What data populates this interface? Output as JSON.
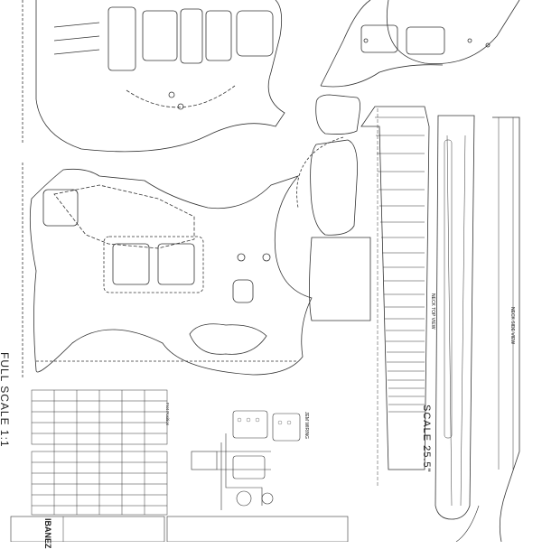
{
  "labels": {
    "full_scale": "FULL SCALE 1:1",
    "scale": "SCALE 25.5\"",
    "brand": "IBANEZ",
    "neck_top_view": "NECK TOP VIEW",
    "neck_side_view": "NECK SIDE VIEW",
    "wiring": "JEM WIRING",
    "fret_table": "Fret Position"
  }
}
